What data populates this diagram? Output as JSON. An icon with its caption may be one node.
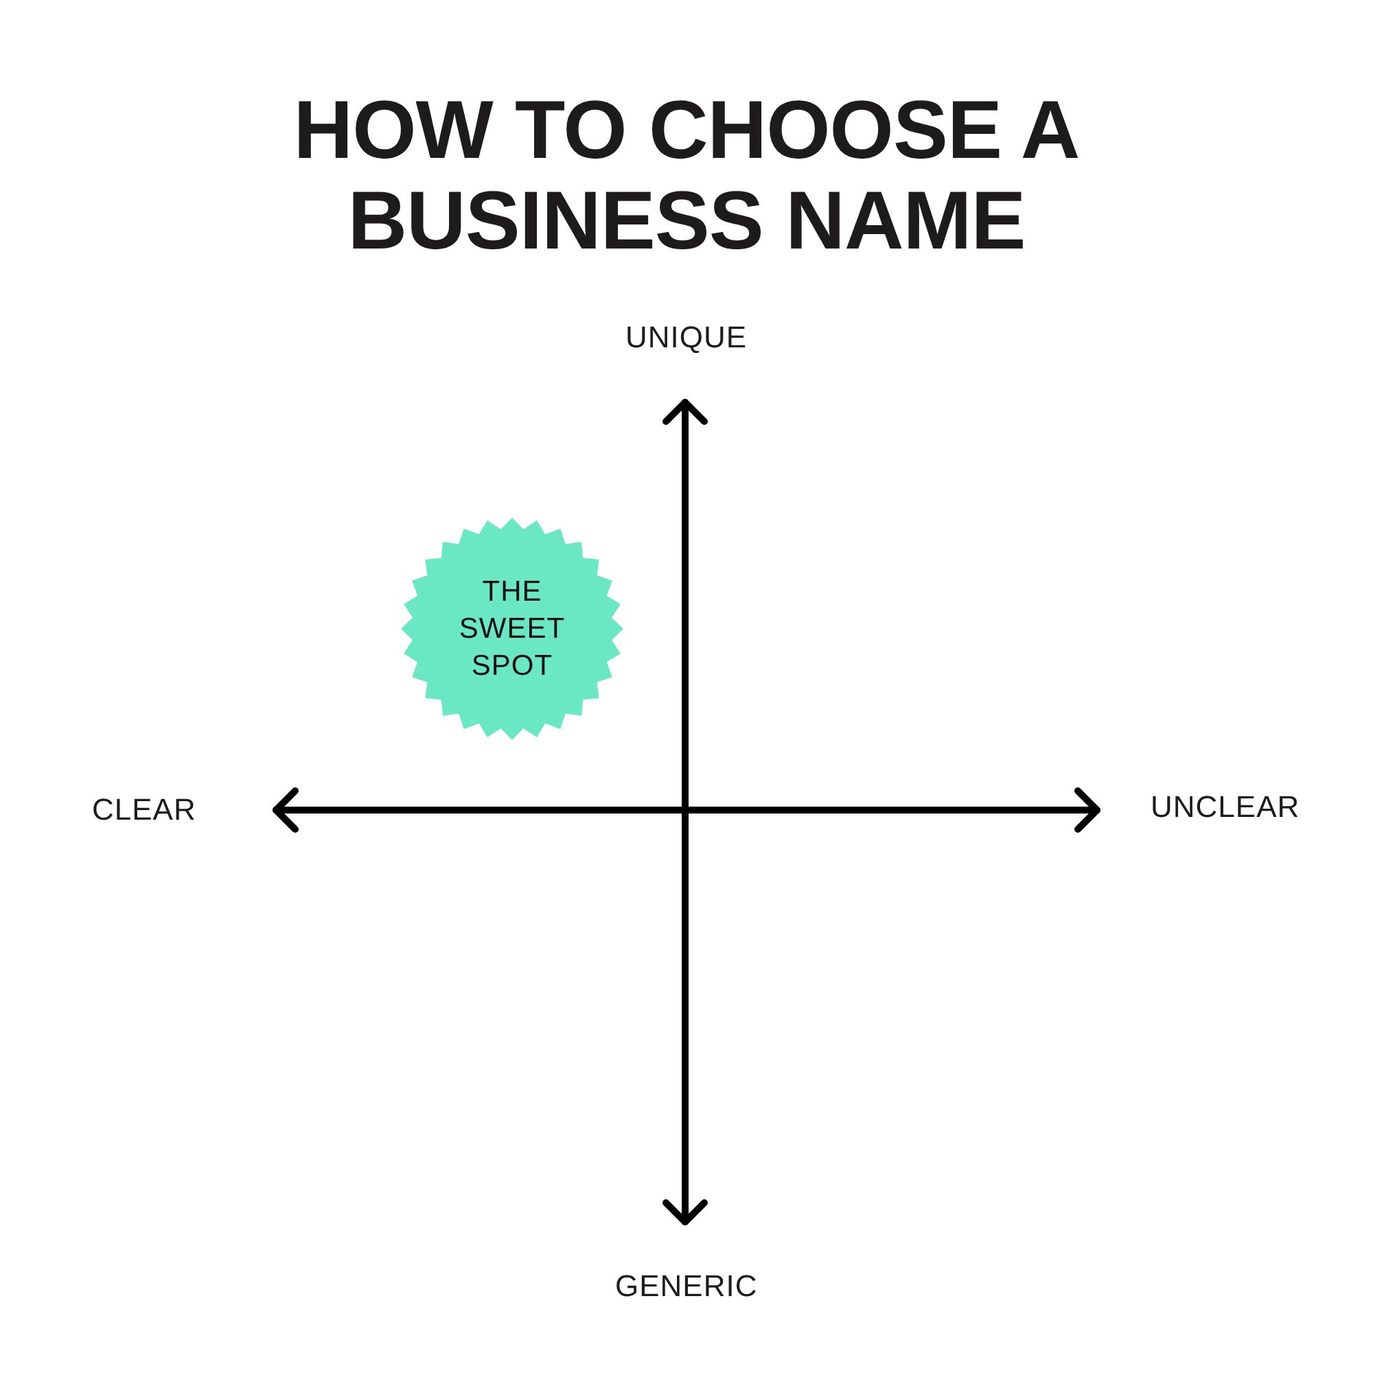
{
  "diagram": {
    "title": "HOW TO CHOOSE A BUSINESS NAME",
    "nodes": [
      {
        "text": [
          "THE SWEET SPOT"
        ]
      }
    ],
    "labels": [
      "UNIQUE",
      "CLEAR",
      "UNCLEAR",
      "GENERIC"
    ]
  }
}
